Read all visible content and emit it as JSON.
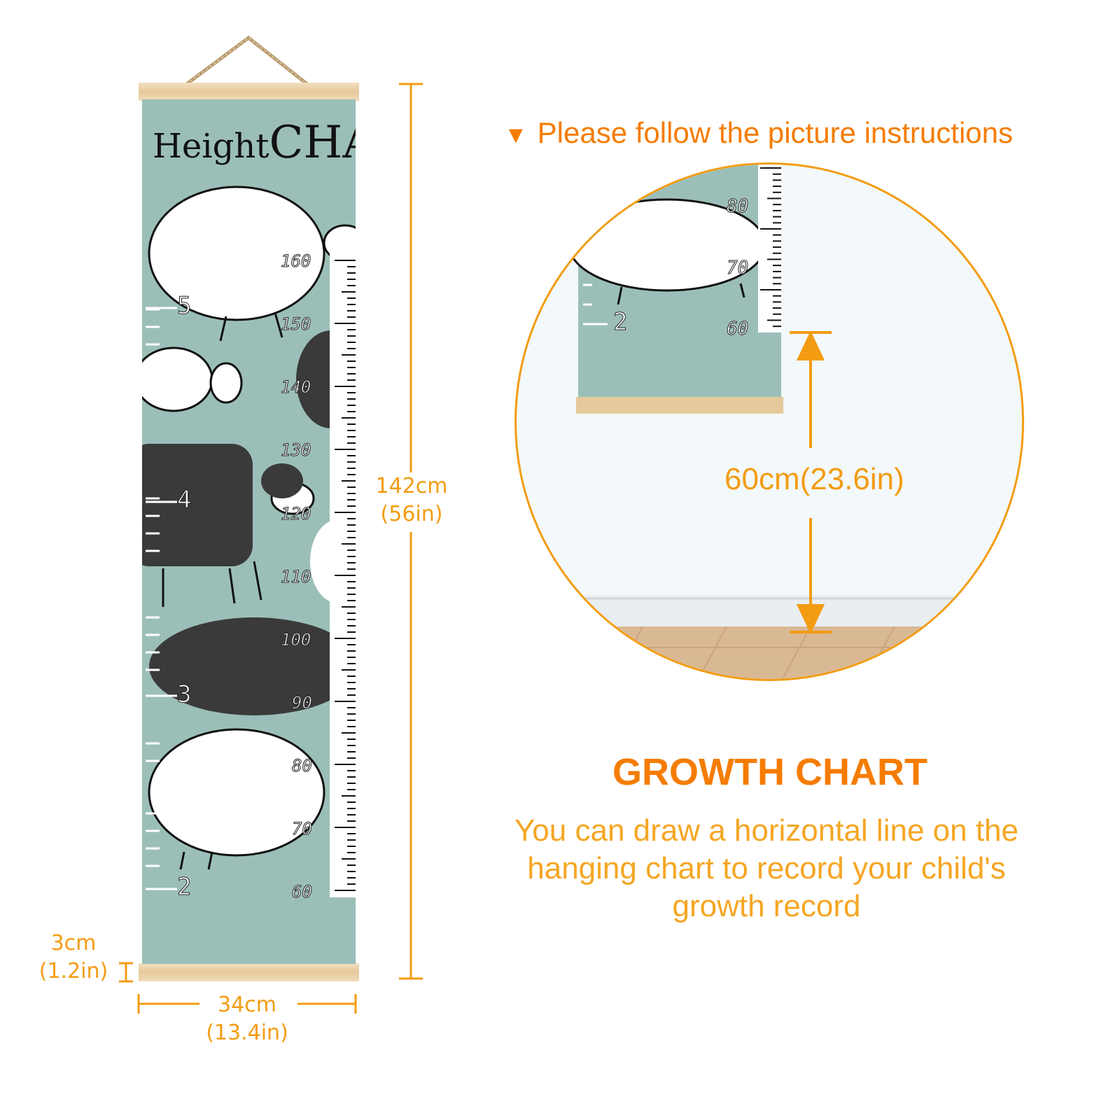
{
  "chart_title": {
    "word1": "Height",
    "word2": "CHART"
  },
  "cm_marks": [
    "160",
    "150",
    "140",
    "130",
    "120",
    "110",
    "100",
    "90",
    "80",
    "70",
    "60"
  ],
  "ft_marks": [
    "5",
    "4",
    "3",
    "2"
  ],
  "dimensions": {
    "height_cm": "142cm",
    "height_in": "(56in)",
    "width_cm": "34cm",
    "width_in": "(13.4in)",
    "rod_cm": "3cm",
    "rod_in": "(1.2in)"
  },
  "instruction": "Please follow the picture instructions",
  "inset": {
    "cm_marks": [
      "80",
      "70",
      "60"
    ],
    "ft_mark": "2",
    "measurement": "60cm(23.6in)"
  },
  "growth_title": "GROWTH CHART",
  "growth_desc": "You can draw a horizontal line on the hanging chart to record your child's growth record",
  "colors": {
    "accent": "#f39c12",
    "title_orange": "#f57c00",
    "canvas": "#9bbfb8",
    "wood": "#e6c99b"
  }
}
